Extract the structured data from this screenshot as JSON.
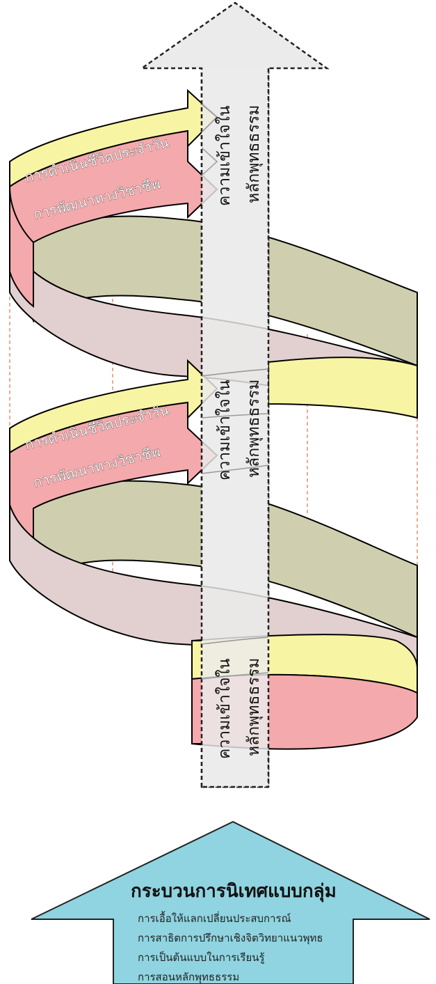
{
  "spiral": {
    "turns": [
      {
        "ribbon_yellow_label": "การดำเนินชีวิตประจำวัน",
        "ribbon_pink_label": "การพัฒนาทางวิชาชีพ"
      },
      {
        "ribbon_yellow_label": "การดำเนินชีวิตประจำวัน",
        "ribbon_pink_label": "การพัฒนาทางวิชาชีพ"
      }
    ],
    "center_labels": {
      "understanding": "ความเข้าใจใน",
      "dhamma": "หลักพุทธธรรม"
    }
  },
  "base_arrow": {
    "title": "กระบวนการนิเทศแบบกลุ่ม",
    "items": [
      "การเอื้อให้แลกเปลี่ยนประสบการณ์",
      "การสาธิตการปรึกษาเชิงจิตวิทยาแนวพุทธ",
      "การเป็นต้นแบบในการเรียนรู้",
      "การสอนหลักพุทธธรรม"
    ]
  },
  "colors": {
    "yellow": "#f7f4a4",
    "pink": "#f4a9ac",
    "olive": "#cfcfaf",
    "mauve": "#e2cfcf",
    "gray_bar": "#ebebeb",
    "base_arrow": "#8fd4e0",
    "dashed_guides": "#e8967a"
  }
}
